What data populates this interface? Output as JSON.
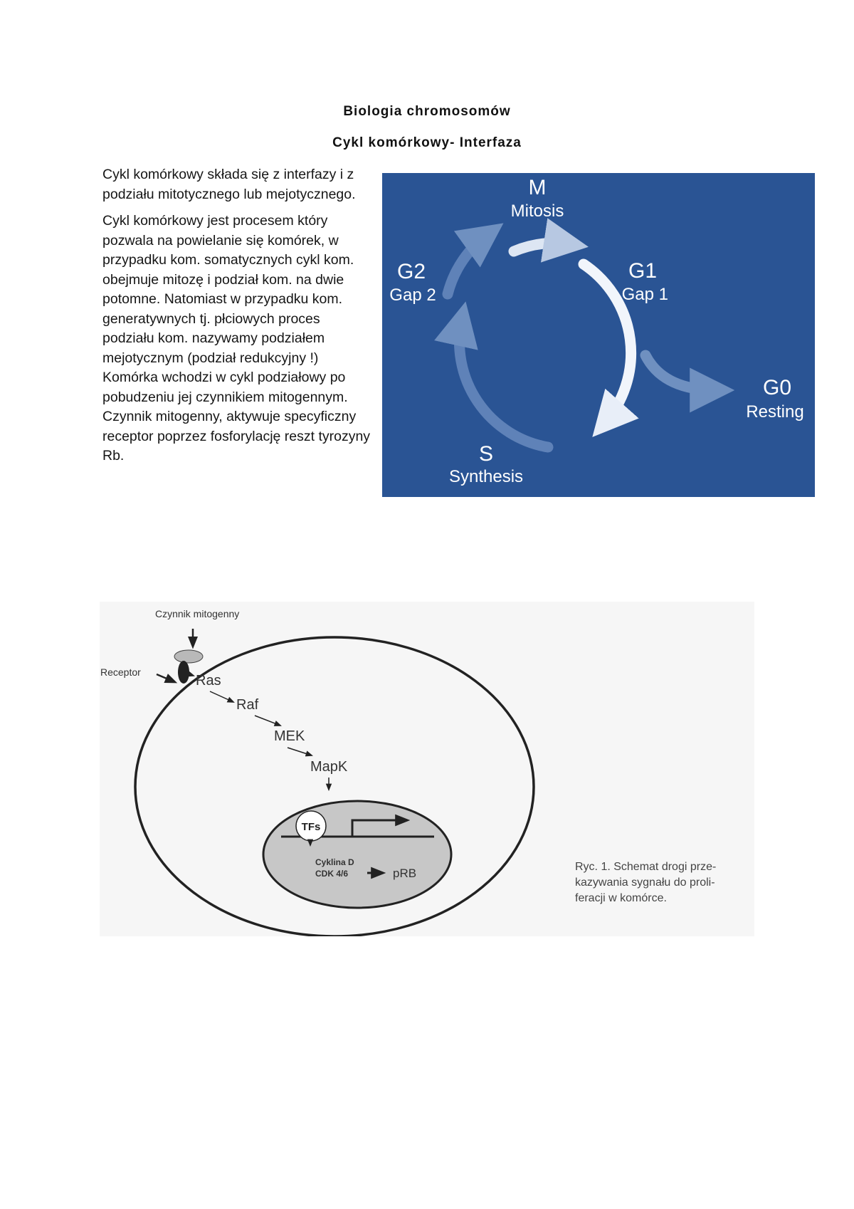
{
  "title": "Biologia chromosomów",
  "subtitle": "Cykl komórkowy- Interfaza",
  "paragraphs": [
    "Cykl komórkowy składa się z interfazy i z podziału mitotycznego lub mejotycznego.",
    "Cykl komórkowy jest procesem który pozwala na powielanie się komórek, w przypadku kom. somatycznych cykl kom. obejmuje mitozę i podział kom. na dwie potomne. Natomiast w przypadku kom. generatywnych tj. płciowych proces podziału kom. nazywamy podziałem mejotycznym (podział redukcyjny !) Komórka wchodzi w cykl podziałowy po pobudzeniu jej czynnikiem mitogennym. Czynnik mitogenny, aktywuje specyficzny receptor poprzez fosforylację reszt tyrozyny Rb."
  ],
  "cycle_diagram": {
    "background_color": "#2a5494",
    "phases": {
      "m": {
        "letter": "M",
        "name": "Mitosis"
      },
      "g1": {
        "letter": "G1",
        "name": "Gap 1"
      },
      "s": {
        "letter": "S",
        "name": "Synthesis"
      },
      "g2": {
        "letter": "G2",
        "name": "Gap 2"
      },
      "g0": {
        "letter": "G0",
        "name": "Resting"
      }
    }
  },
  "signal_diagram": {
    "factor": "Czynnik mitogenny",
    "receptor": "Receptor",
    "ras": "Ras",
    "raf": "Raf",
    "mek": "MEK",
    "mapk": "MapK",
    "tfs": "TFs",
    "cyclin_line1": "Cyklina D",
    "cyclin_line2": "CDK 4/6",
    "prb": "pRB",
    "caption_lines": [
      "Ryc. 1. Schemat drogi prze-",
      "kazywania sygnału do proli-",
      "feracji w komórce."
    ]
  }
}
